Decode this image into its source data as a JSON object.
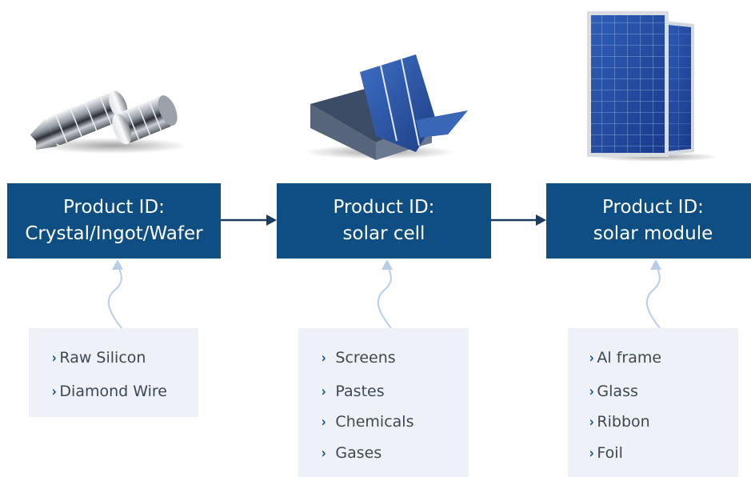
{
  "stages": [
    {
      "id": "wafer",
      "image": "silicon-ingot-illustration",
      "title_line1": "Product ID:",
      "title_line2": "Crystal/Ingot/Wafer",
      "inputs": [
        "Raw Silicon",
        "Diamond Wire"
      ]
    },
    {
      "id": "cell",
      "image": "solar-cell-stack-illustration",
      "title_line1": "Product ID:",
      "title_line2": "solar cell",
      "inputs": [
        "Screens",
        "Pastes",
        "Chemicals",
        "Gases"
      ]
    },
    {
      "id": "module",
      "image": "solar-module-panel-illustration",
      "title_line1": "Product ID:",
      "title_line2": "solar module",
      "inputs": [
        "Al frame",
        "Glass",
        "Ribbon",
        "Foil"
      ]
    }
  ],
  "colors": {
    "node_fill": "#0e4e82",
    "node_text": "#ffffff",
    "flow_arrow": "#1d3b5e",
    "input_box": "#eef2f8",
    "input_connector": "#b9cde6",
    "bullet": "#0e4e82",
    "input_text": "#3d4756"
  },
  "bullet_glyph": "›"
}
